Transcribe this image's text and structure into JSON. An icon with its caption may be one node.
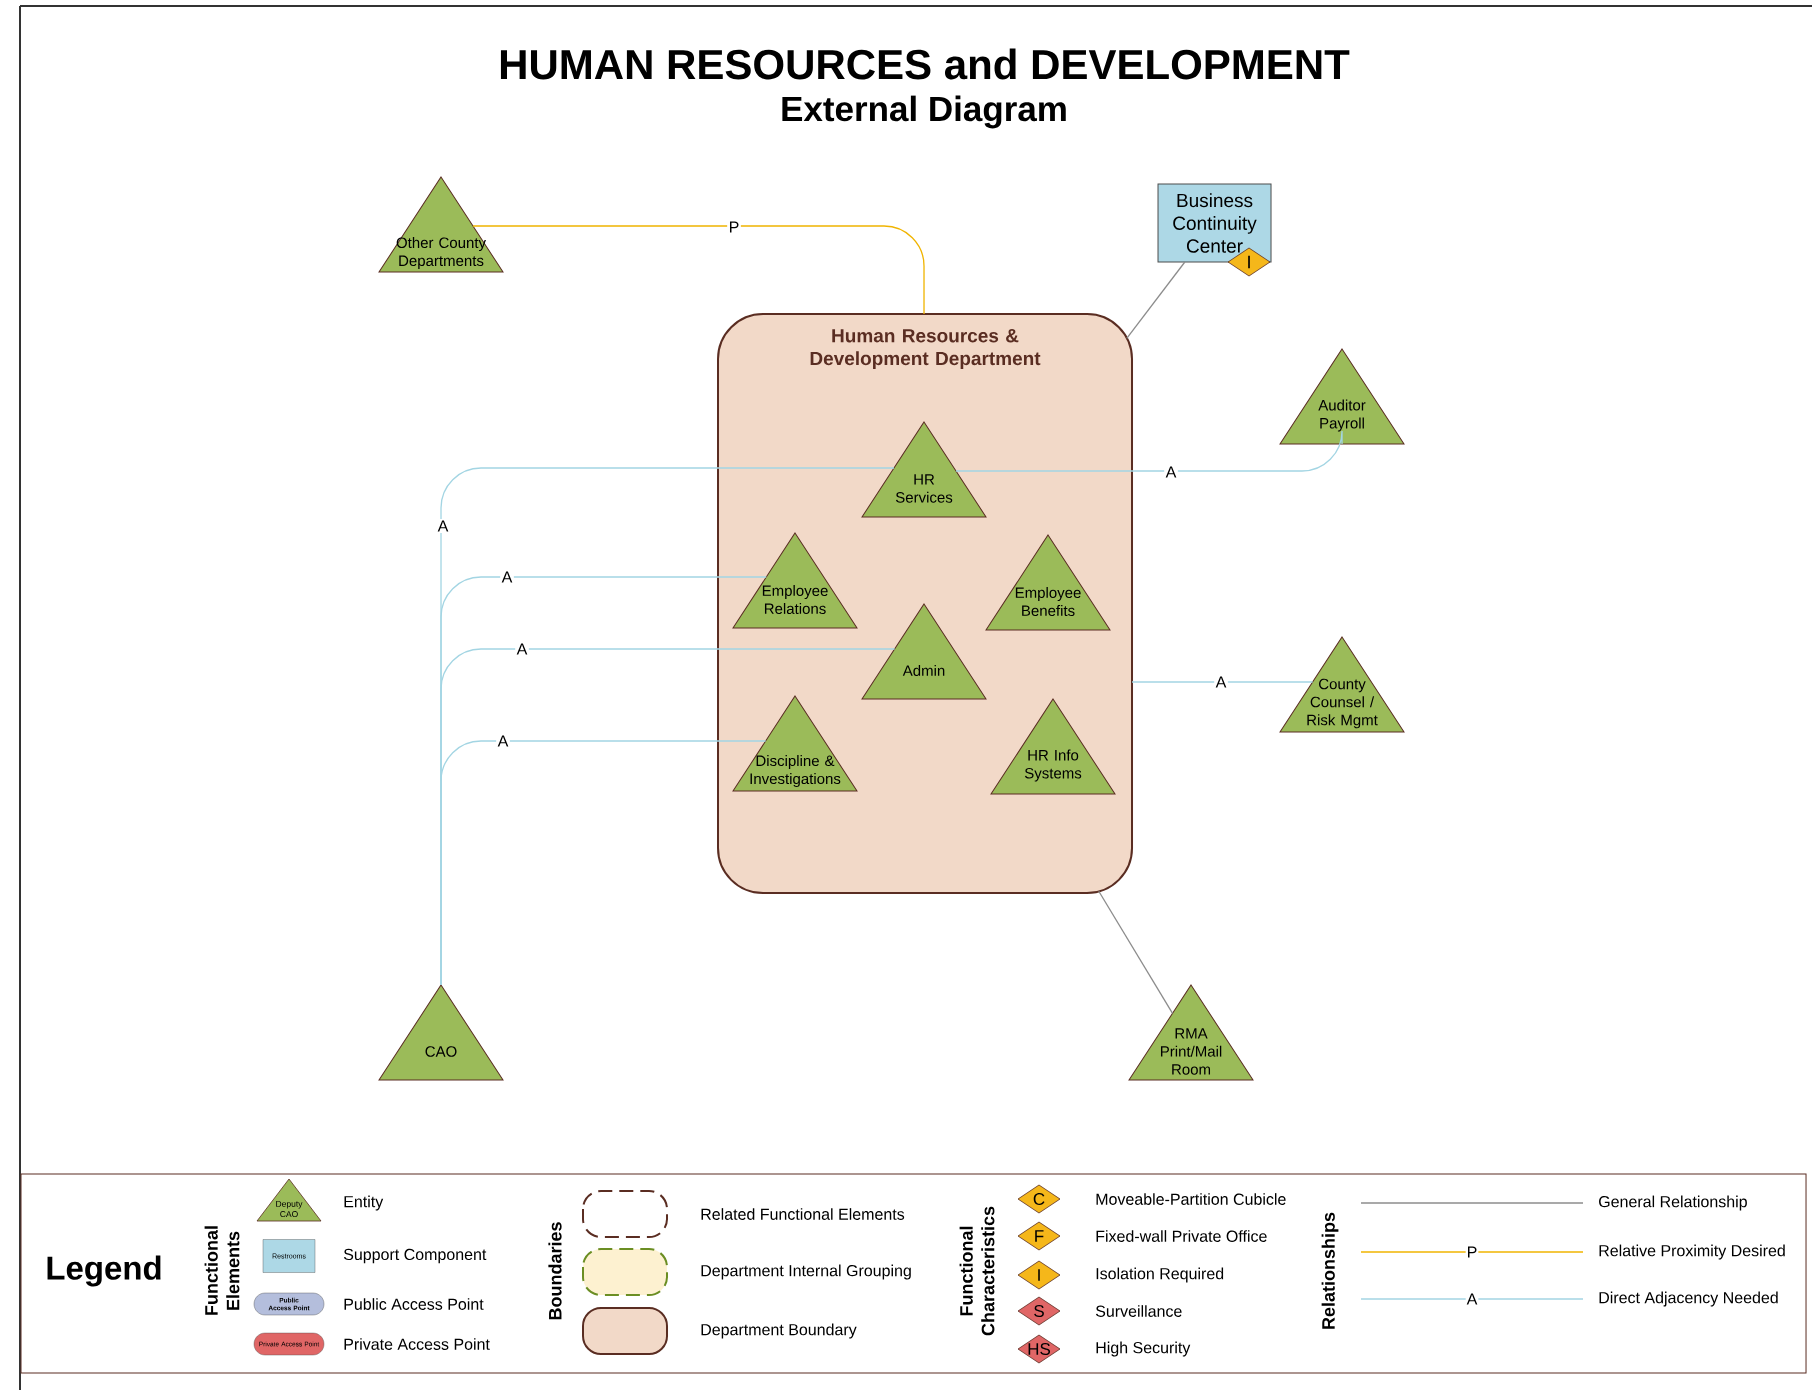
{
  "diagram": {
    "title": "HUMAN RESOURCES and DEVELOPMENT",
    "nodes": [
      {
        "text": [
          "Other County Departments"
        ]
      },
      {
        "text": [
          "Business Continuity Center",
          "I"
        ]
      },
      {
        "text": [
          "Human Resources & Development Department"
        ]
      },
      {
        "text": [
          "HR Services"
        ],
        "in": 2
      },
      {
        "text": [
          "Auditor Payroll"
        ]
      },
      {
        "text": [
          "Employee Relations"
        ],
        "in": 2
      },
      {
        "text": [
          "Employee Benefits"
        ],
        "in": 2
      },
      {
        "text": [
          "Admin"
        ],
        "in": 2
      },
      {
        "text": [
          "County Counsel / Risk Mgmt"
        ]
      },
      {
        "text": [
          "Discipline & Investigations"
        ],
        "in": 2
      },
      {
        "text": [
          "HR Info Systems"
        ],
        "in": 2
      },
      {
        "text": [
          "CAO"
        ]
      },
      {
        "text": [
          "RMA Print/Mail Room"
        ]
      }
    ],
    "edges": [
      {
        "from": 0,
        "to": 2,
        "arrow": "none",
        "label": "P",
        "color": "#f0b400"
      },
      {
        "from": 1,
        "to": 2,
        "arrow": "none",
        "color": "#8c8c8c"
      },
      {
        "from": 3,
        "to": 4,
        "arrow": "none",
        "label": "A"
      },
      {
        "from": 11,
        "to": 3,
        "arrow": "none",
        "label": "A"
      },
      {
        "from": 11,
        "to": 5,
        "arrow": "none",
        "label": "A"
      },
      {
        "from": 11,
        "to": 7,
        "arrow": "none",
        "label": "A"
      },
      {
        "from": 2,
        "to": 8,
        "arrow": "none",
        "label": "A"
      },
      {
        "from": 11,
        "to": 9,
        "arrow": "none",
        "label": "A"
      },
      {
        "from": 2,
        "to": 12,
        "arrow": "none",
        "color": "#8c8c8c"
      }
    ],
    "labels": [
      "External Diagram",
      "Legend",
      "Functional Elements",
      "Deputy CAO",
      "Restrooms",
      "Public Access Point",
      "Private Access Point",
      "Boundaries",
      "Functional Characteristics",
      "C",
      "F",
      "I",
      "S",
      "HS",
      "Relationships",
      "P",
      "A"
    ],
    "legend": [
      {
        "text": "Entity"
      },
      {
        "text": "Support Component"
      },
      {
        "text": "Public Access Point"
      },
      {
        "text": "Private Access Point"
      },
      {
        "text": "Related Functional Elements"
      },
      {
        "text": "Department Internal Grouping"
      },
      {
        "text": "Department Boundary"
      },
      {
        "text": "Moveable-Partition Cubicle"
      },
      {
        "text": "Fixed-wall Private Office"
      },
      {
        "text": "Isolation Required"
      },
      {
        "text": "Surveillance"
      },
      {
        "text": "High Security"
      },
      {
        "text": "General Relationship"
      },
      {
        "text": "Relative Proximity Desired"
      },
      {
        "text": "Direct Adjacency Needed"
      }
    ]
  }
}
